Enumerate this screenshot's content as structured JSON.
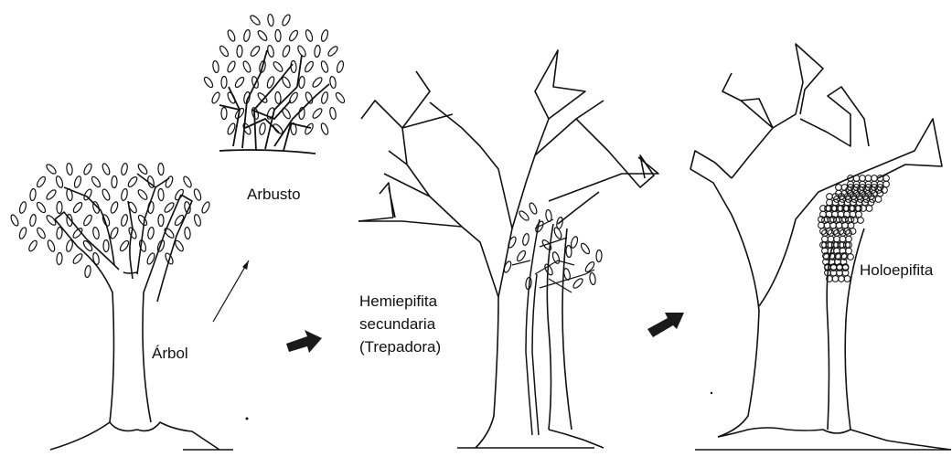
{
  "labels": {
    "arbol": "Árbol",
    "arbusto": "Arbusto",
    "hemi_line1": "Hemiepifita",
    "hemi_line2": "secundaria",
    "hemi_line3": "(Trepadora)",
    "holo": "Holoepifita"
  },
  "colors": {
    "ink": "#111111",
    "background": "#ffffff"
  }
}
